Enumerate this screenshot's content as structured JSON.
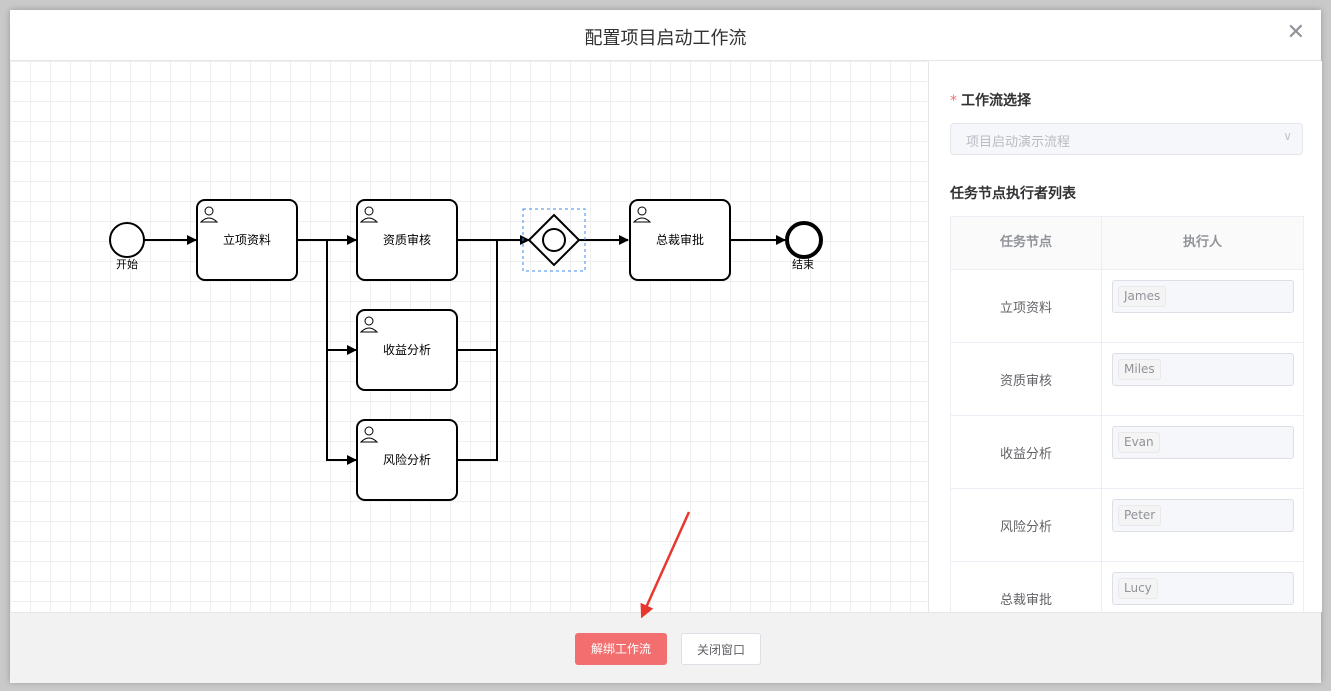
{
  "dialog": {
    "title": "配置项目启动工作流",
    "close_icon": "close-icon"
  },
  "diagram": {
    "start_label": "开始",
    "end_label": "结束",
    "tasks": [
      "立项资料",
      "资质审核",
      "收益分析",
      "风险分析",
      "总裁审批"
    ],
    "zoom_tools": [
      "zoom-in-icon",
      "zoom-out-icon",
      "fit-screen-icon"
    ]
  },
  "form": {
    "workflow_label": "工作流选择",
    "workflow_value": "项目启动演示流程",
    "executor_title": "任务节点执行者列表",
    "table_headers": [
      "任务节点",
      "执行人"
    ],
    "rows": [
      {
        "node": "立项资料",
        "executor": "James"
      },
      {
        "node": "资质审核",
        "executor": "Miles"
      },
      {
        "node": "收益分析",
        "executor": "Evan"
      },
      {
        "node": "风险分析",
        "executor": "Peter"
      },
      {
        "node": "总裁审批",
        "executor": "Lucy"
      }
    ]
  },
  "footer": {
    "unbind_label": "解绑工作流",
    "close_label": "关闭窗口"
  },
  "colors": {
    "danger": "#f36f6f",
    "required_star": "#f56c6c",
    "selection": "#3b8beb"
  }
}
